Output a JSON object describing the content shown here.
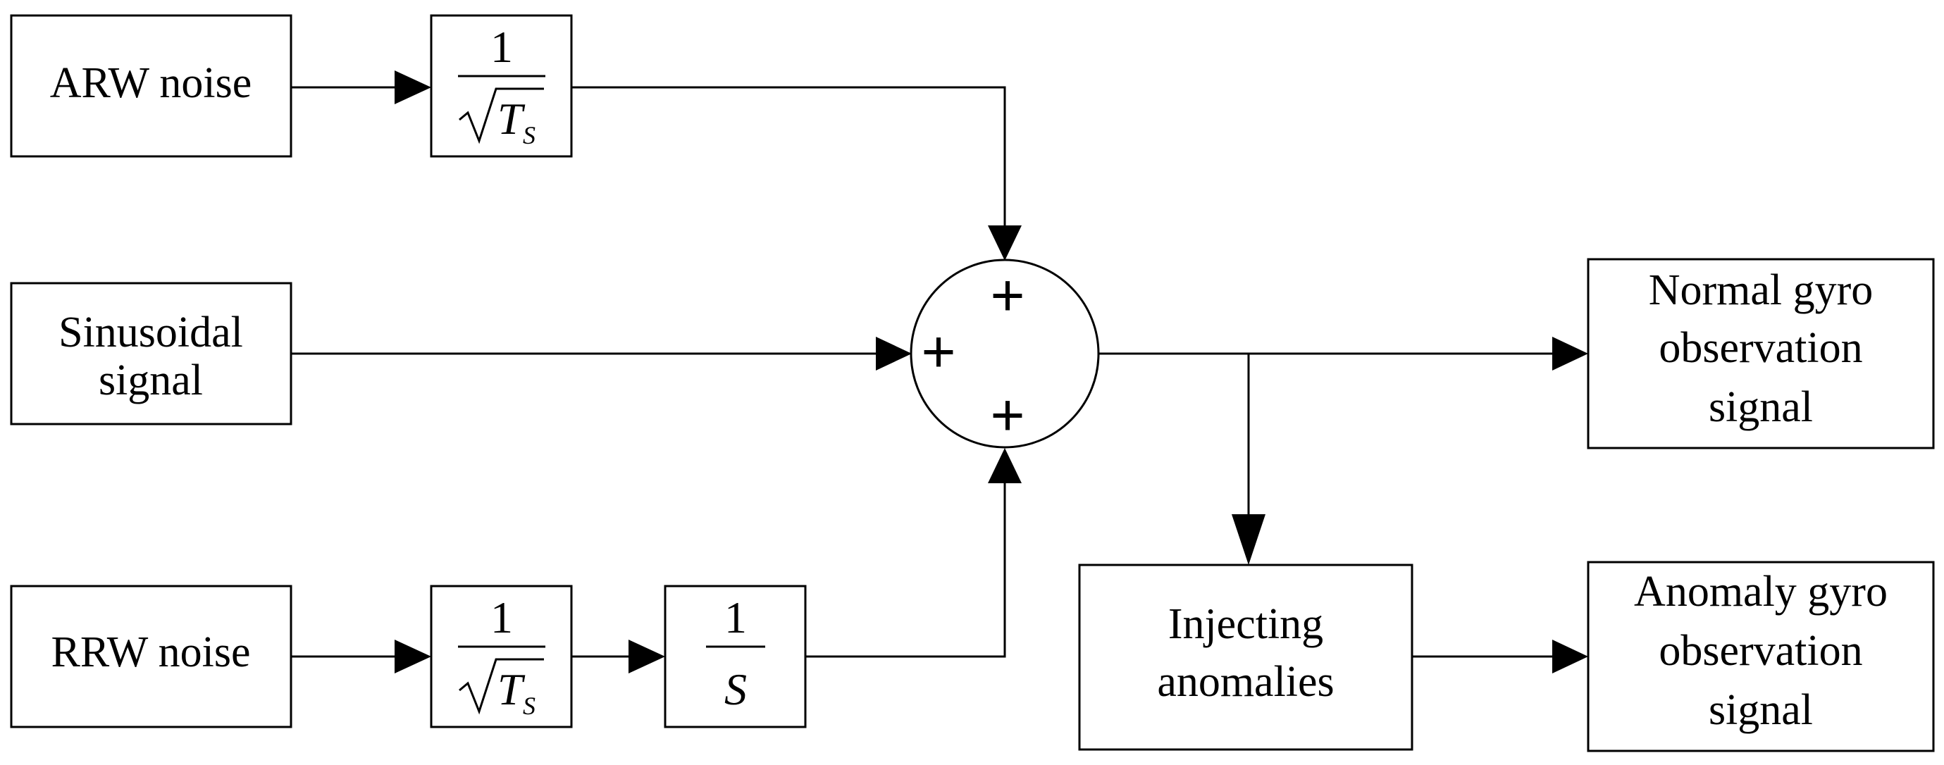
{
  "blocks": {
    "arw_noise": "ARW noise",
    "sinusoidal_signal": [
      "Sinusoidal",
      "signal"
    ],
    "rrw_noise": "RRW noise",
    "gain_top": {
      "numerator": "1",
      "radicand": "T",
      "subscript": "S"
    },
    "gain_bottom": {
      "numerator": "1",
      "radicand": "T",
      "subscript": "S"
    },
    "integrator": {
      "numerator": "1",
      "denominator": "S"
    },
    "injecting_anomalies": [
      "Injecting",
      "anomalies"
    ],
    "normal_output": [
      "Normal gyro",
      "observation",
      "signal"
    ],
    "anomaly_output": [
      "Anomaly gyro",
      "observation",
      "signal"
    ]
  },
  "summing_junction": {
    "top_sign": "+",
    "left_sign": "+",
    "bottom_sign": "+"
  },
  "colors": {
    "stroke": "#000000",
    "background": "#ffffff"
  }
}
